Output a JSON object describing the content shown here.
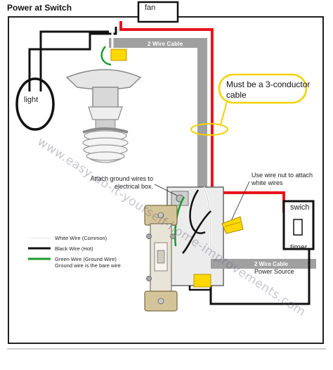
{
  "diagram": {
    "title": "Power at Switch",
    "fan_label": "fan",
    "light_label": "light",
    "cable_top_label": "2 Wire Cable",
    "cable_bottom_label": "2 Wire Cable",
    "callout_text": "Must be a 3-conductor cable",
    "ground_note": "Attach ground wires to electrical box.",
    "wire_nut_note": "Use wire nut to attach white wires",
    "switch_label": "swich",
    "timer_label": "timer",
    "power_source_label": "Power Source",
    "watermark": "www.easy-do-it-yourself-home-improvements.com",
    "legend": [
      {
        "text": "White Wire (Common)",
        "color": "#ffffff"
      },
      {
        "text": "Black Wire (Hot)",
        "color": "#111111"
      },
      {
        "text": "Green Wire (Ground Wire)",
        "color": "#1a9a2a"
      },
      {
        "text": "Ground wire is the bare wire",
        "color": ""
      }
    ],
    "colors": {
      "hot_red": "#e8141c",
      "black": "#111111",
      "white_wire": "#ffffff",
      "cable_gray": "#a0a0a0",
      "ground_green": "#1a9a2a",
      "connector_yellow": "#ffd800",
      "callout_border": "#f2d200"
    }
  }
}
